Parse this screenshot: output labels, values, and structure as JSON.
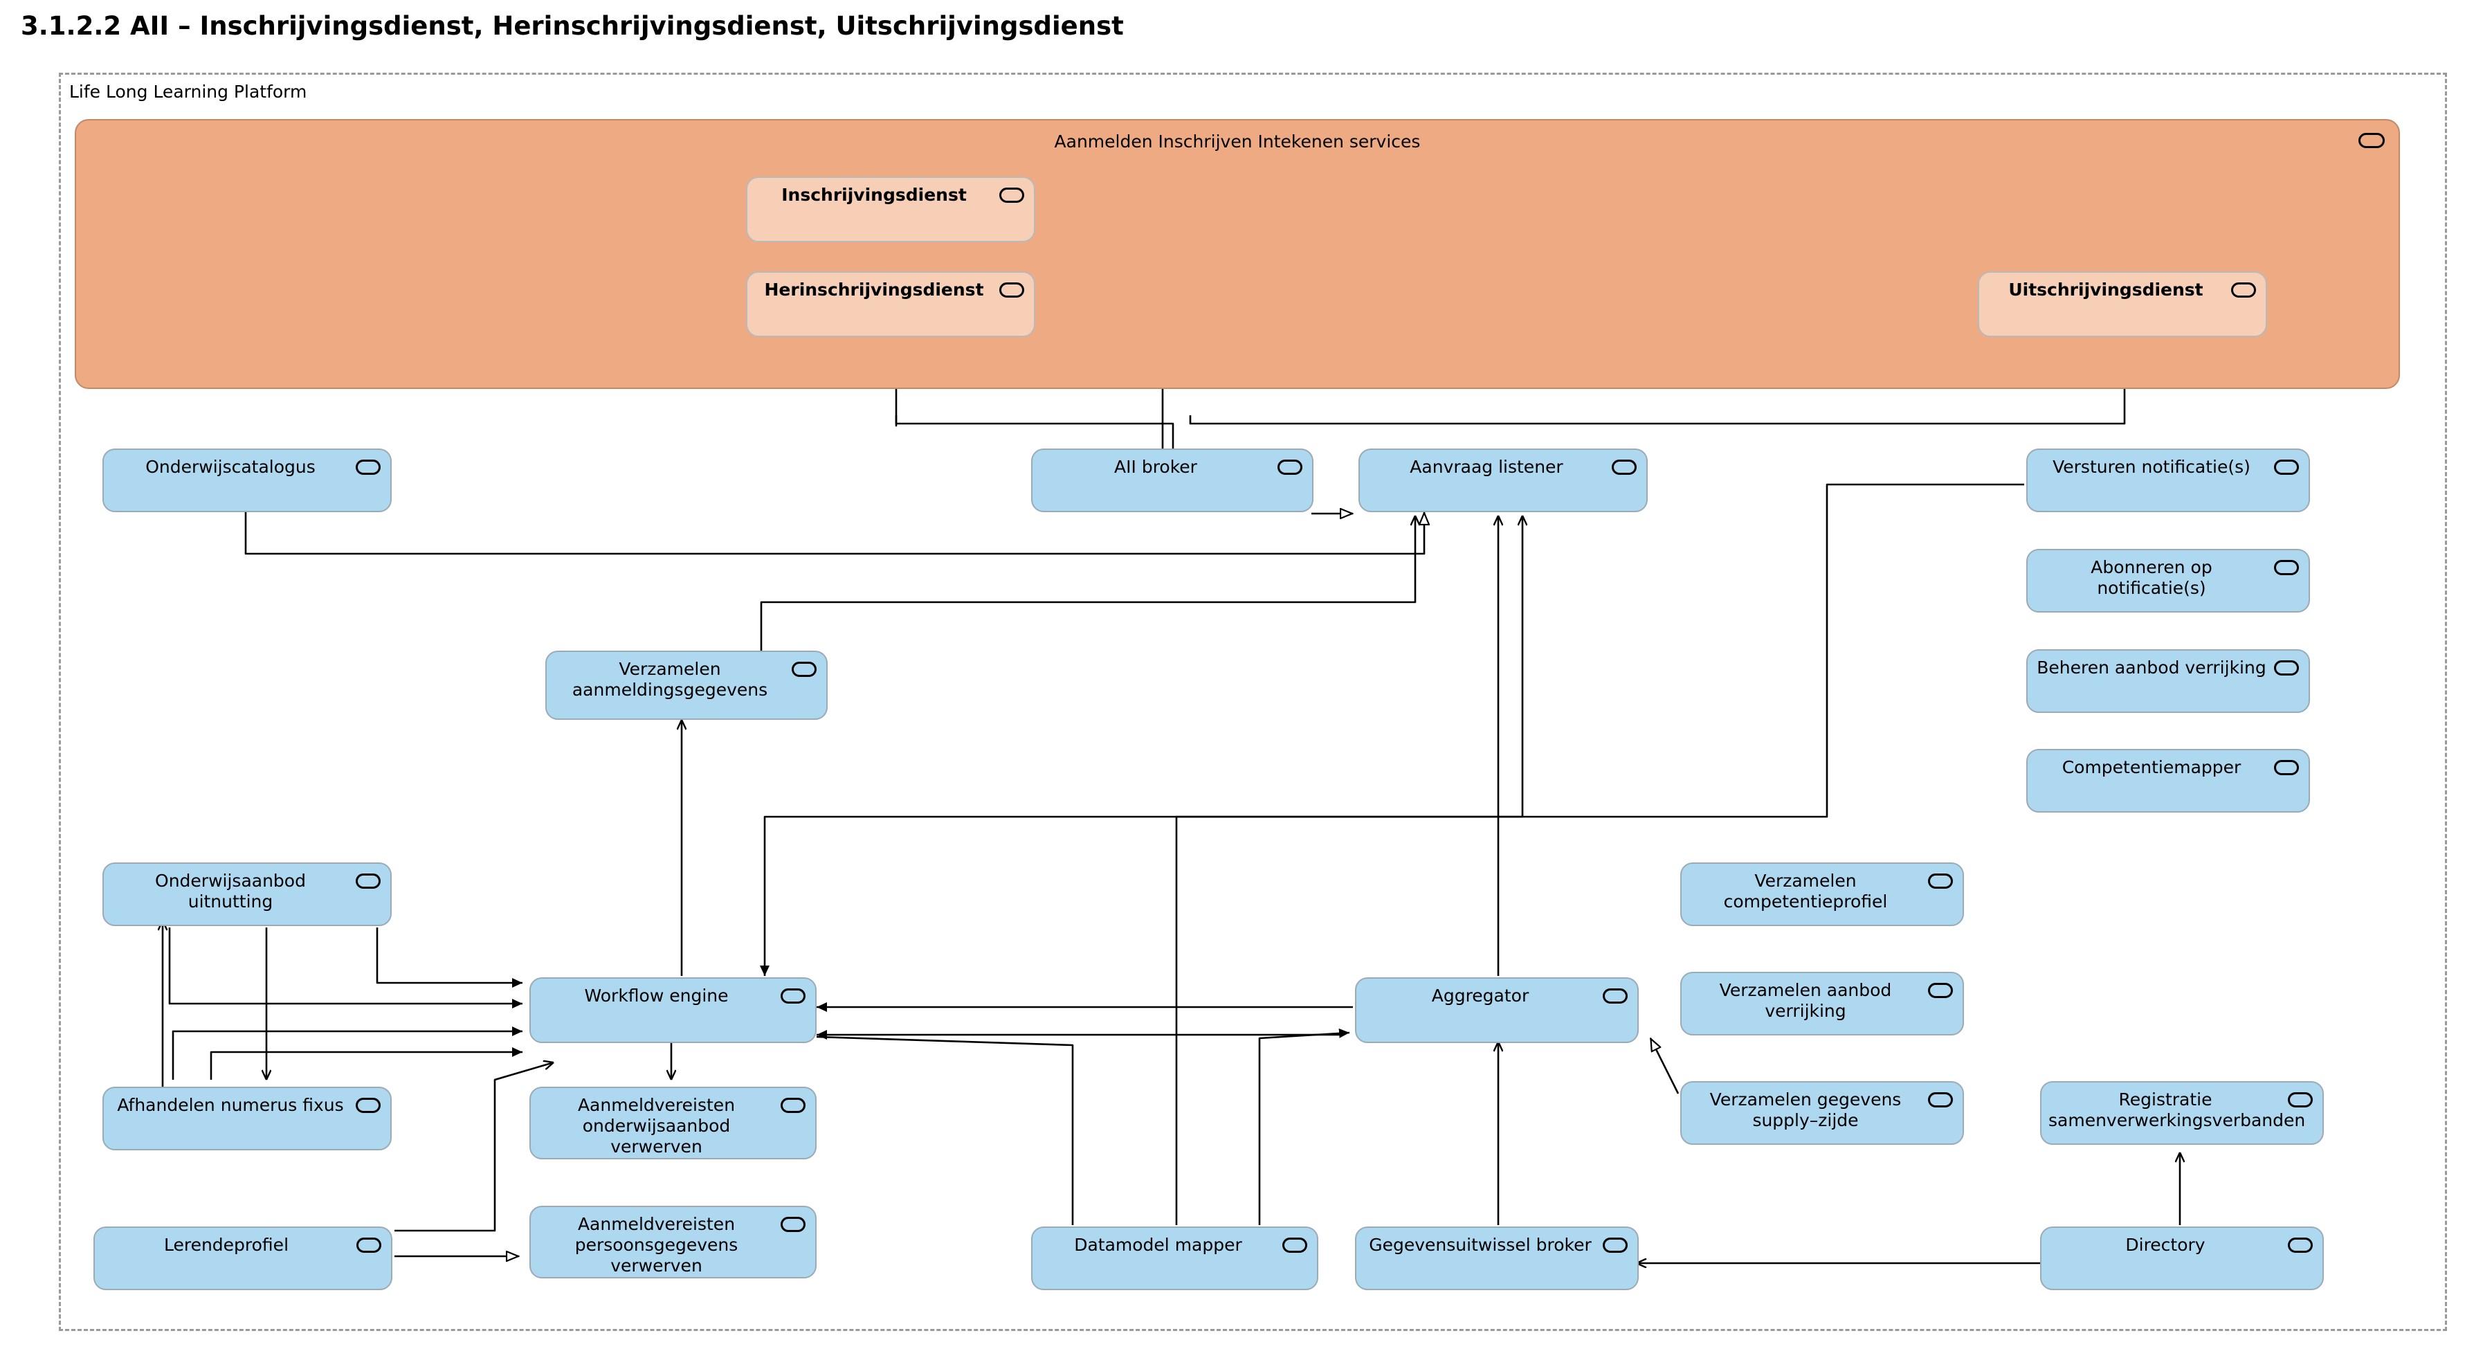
{
  "page": {
    "title": "3.1.2.2 AII – Inschrijvingsdienst, Herinschrijvingsdienst, Uitschrijvingsdienst",
    "frame_label": "Life Long Learning Platform",
    "colors": {
      "node_fill": "#aed8ef",
      "node_stroke": "#9aabb5",
      "group_fill": "#eeaa83",
      "group_stroke": "#c08a66",
      "service_fill": "#f6cfb6",
      "service_stroke": "#b9b9b9",
      "frame_dash": "#9a9a9a",
      "connector": "#000000"
    }
  },
  "group": {
    "title": "Aanmelden Inschrijven Intekenen services",
    "icon": "application-service-icon",
    "services": [
      {
        "id": "inschrijvingsdienst",
        "label": "Inschrijvingsdienst",
        "icon": "application-service-icon"
      },
      {
        "id": "herinschrijvingsdienst",
        "label": "Herinschrijvingsdienst",
        "icon": "application-service-icon"
      },
      {
        "id": "uitschrijvingsdienst",
        "label": "Uitschrijvingsdienst",
        "icon": "application-service-icon"
      }
    ]
  },
  "nodes": [
    {
      "id": "onderwijscatalogus",
      "label": "Onderwijscatalogus",
      "icon": "application-service-icon"
    },
    {
      "id": "aii-broker",
      "label": "AII broker",
      "icon": "application-service-icon"
    },
    {
      "id": "aanvraag-listener",
      "label": "Aanvraag listener",
      "icon": "application-service-icon"
    },
    {
      "id": "versturen-notificaties",
      "label": "Versturen notificatie(s)",
      "icon": "application-service-icon"
    },
    {
      "id": "abonneren-notificaties",
      "label": "Abonneren op notificatie(s)",
      "icon": "application-service-icon"
    },
    {
      "id": "beheren-aanbod-verrijking",
      "label": "Beheren aanbod verrijking",
      "icon": "application-service-icon"
    },
    {
      "id": "competentiemapper",
      "label": "Competentiemapper",
      "icon": "application-service-icon"
    },
    {
      "id": "verzamelen-aanmeldingsgegevens",
      "label": "Verzamelen aanmeldingsgegevens",
      "icon": "application-service-icon"
    },
    {
      "id": "onderwijsaanbod-uitnutting",
      "label": "Onderwijsaanbod uitnutting",
      "icon": "application-service-icon"
    },
    {
      "id": "workflow-engine",
      "label": "Workflow engine",
      "icon": "application-service-icon"
    },
    {
      "id": "afhandelen-numerus-fixus",
      "label": "Afhandelen numerus fixus",
      "icon": "application-service-icon"
    },
    {
      "id": "aanmeldvereisten-onderwijsaanbod",
      "label": "Aanmeldvereisten onderwijsaanbod verwerven",
      "icon": "application-service-icon"
    },
    {
      "id": "lerendeprofiel",
      "label": "Lerendeprofiel",
      "icon": "application-service-icon"
    },
    {
      "id": "aanmeldvereisten-persoonsgegevens",
      "label": "Aanmeldvereisten persoonsgegevens verwerven",
      "icon": "application-service-icon"
    },
    {
      "id": "verzamelen-competentieprofiel",
      "label": "Verzamelen competentieprofiel",
      "icon": "application-service-icon"
    },
    {
      "id": "aggregator",
      "label": "Aggregator",
      "icon": "application-service-icon"
    },
    {
      "id": "verzamelen-aanbod-verrijking",
      "label": "Verzamelen aanbod verrijking",
      "icon": "application-service-icon"
    },
    {
      "id": "verzamelen-gegevens-supply",
      "label": "Verzamelen gegevens supply–zijde",
      "icon": "application-service-icon"
    },
    {
      "id": "registratie-samenverwerkingsverbanden",
      "label": "Registratie samenverwerkingsverbanden",
      "icon": "application-service-icon"
    },
    {
      "id": "datamodel-mapper",
      "label": "Datamodel mapper",
      "icon": "application-service-icon"
    },
    {
      "id": "gegevensuitwissel-broker",
      "label": "Gegevensuitwissel broker",
      "icon": "application-service-icon"
    },
    {
      "id": "directory",
      "label": "Directory",
      "icon": "application-service-icon"
    }
  ]
}
